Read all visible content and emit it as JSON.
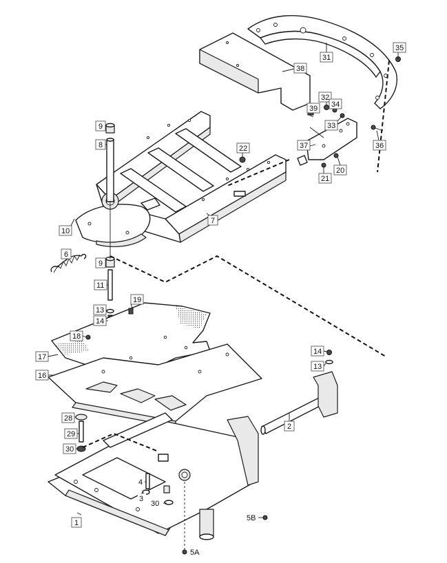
{
  "callouts": [
    {
      "id": "c35",
      "label": "35"
    },
    {
      "id": "c31",
      "label": "31"
    },
    {
      "id": "c38",
      "label": "38"
    },
    {
      "id": "c32",
      "label": "32"
    },
    {
      "id": "c34",
      "label": "34"
    },
    {
      "id": "c39",
      "label": "39"
    },
    {
      "id": "c33",
      "label": "33"
    },
    {
      "id": "c36",
      "label": "36"
    },
    {
      "id": "c37",
      "label": "37"
    },
    {
      "id": "c20",
      "label": "20"
    },
    {
      "id": "c21",
      "label": "21"
    },
    {
      "id": "c22",
      "label": "22"
    },
    {
      "id": "c9a",
      "label": "9"
    },
    {
      "id": "c8",
      "label": "8"
    },
    {
      "id": "c7",
      "label": "7"
    },
    {
      "id": "c10",
      "label": "10"
    },
    {
      "id": "c6",
      "label": "6"
    },
    {
      "id": "c9b",
      "label": "9"
    },
    {
      "id": "c11",
      "label": "11"
    },
    {
      "id": "c13a",
      "label": "13"
    },
    {
      "id": "c14a",
      "label": "14"
    },
    {
      "id": "c19",
      "label": "19"
    },
    {
      "id": "c18",
      "label": "18"
    },
    {
      "id": "c17",
      "label": "17"
    },
    {
      "id": "c16",
      "label": "16"
    },
    {
      "id": "c14b",
      "label": "14"
    },
    {
      "id": "c13b",
      "label": "13"
    },
    {
      "id": "c2",
      "label": "2"
    },
    {
      "id": "c28",
      "label": "28"
    },
    {
      "id": "c29",
      "label": "29"
    },
    {
      "id": "c30a",
      "label": "30"
    },
    {
      "id": "c4",
      "label": "4"
    },
    {
      "id": "c3",
      "label": "3"
    },
    {
      "id": "c30b",
      "label": "30"
    },
    {
      "id": "c1",
      "label": "1"
    },
    {
      "id": "c5b",
      "label": "5B"
    },
    {
      "id": "c5a",
      "label": "5A"
    }
  ]
}
